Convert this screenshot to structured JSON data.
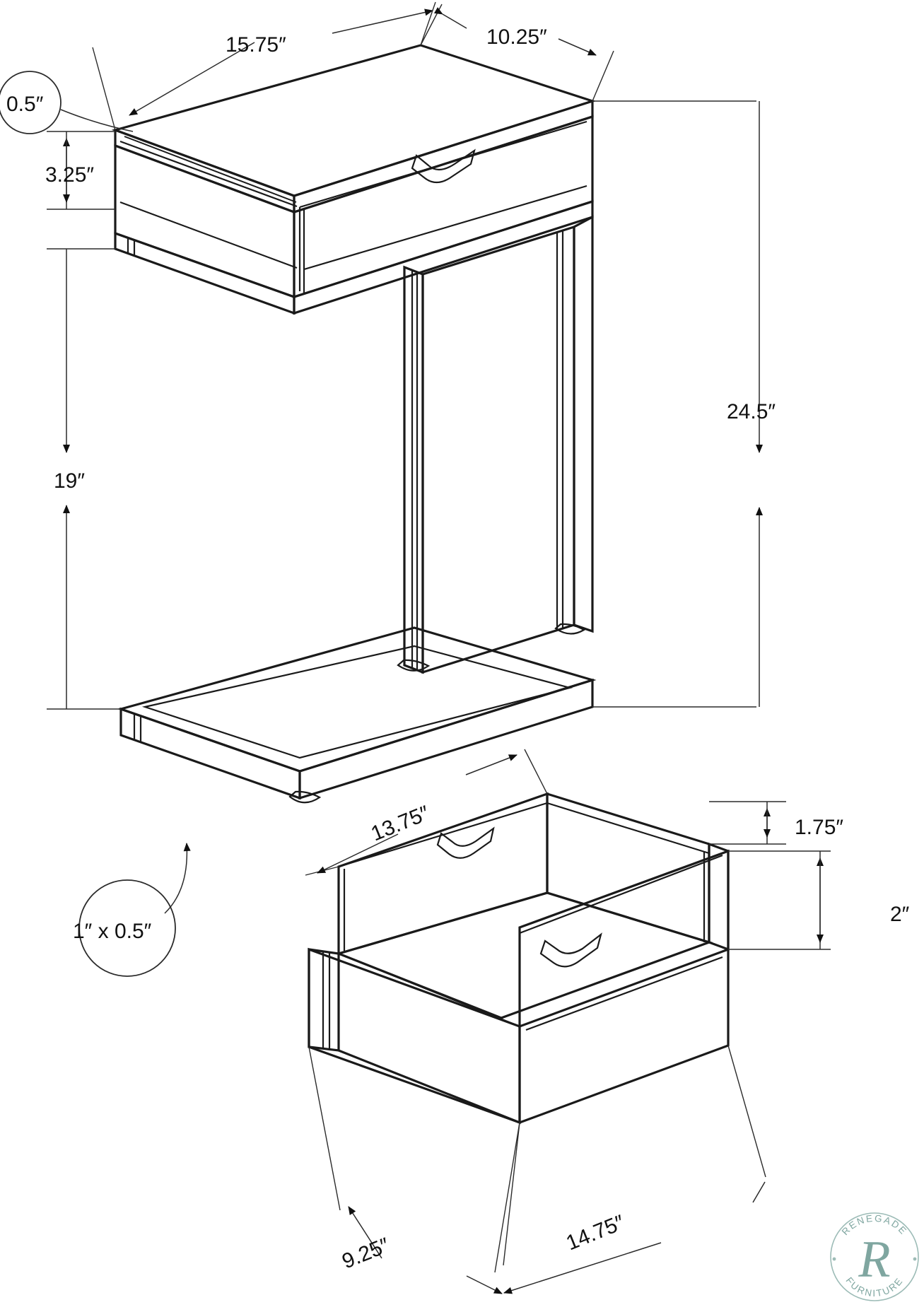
{
  "document": {
    "type": "furniture-dimension-drawing",
    "subject": "C-shaped accent end table with drawer",
    "units": "inches",
    "background_color": "#ffffff",
    "line_color": "#1a1a1a"
  },
  "dimensions": {
    "top_width": "15.75″",
    "top_depth": "10.25″",
    "top_thickness": "0.5″",
    "drawer_face_height": "3.25″",
    "clearance_height": "19″",
    "overall_height": "24.5″",
    "frame_profile": "1″ x 0.5″",
    "drawer_inner_width": "13.75″",
    "drawer_side_height": "1.75″",
    "drawer_back_height": "2″",
    "drawer_depth": "9.25″",
    "drawer_outer_width": "14.75″"
  },
  "callouts": [
    {
      "id": "top-thickness",
      "label": "0.5″",
      "style": "circled"
    },
    {
      "id": "frame-profile",
      "label": "1″ x 0.5″",
      "style": "circled"
    }
  ],
  "logo": {
    "brand_top": "RENEGADE",
    "brand_bottom": "FURNITURE",
    "monogram": "R",
    "color": "#7fa6a0"
  }
}
